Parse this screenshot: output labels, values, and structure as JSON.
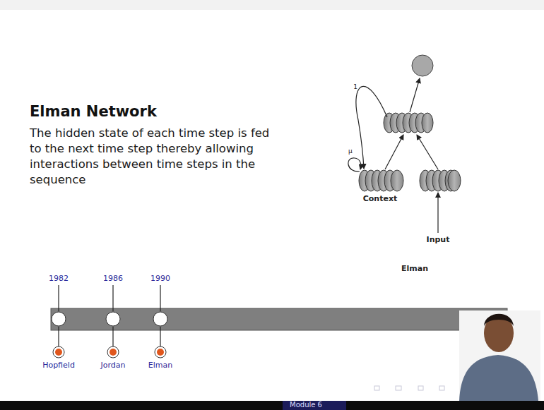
{
  "diagram": {
    "title": "Elman Network",
    "labels": [
      "The hidden state of each time step is fed to the next time step thereby allowing interactions between time steps in the sequence",
      "μ",
      "1",
      "Context",
      "Input",
      "Elman",
      "1982",
      "1986",
      "1990",
      "Hopfield",
      "Jordan",
      "Elman",
      "Module 6"
    ]
  }
}
